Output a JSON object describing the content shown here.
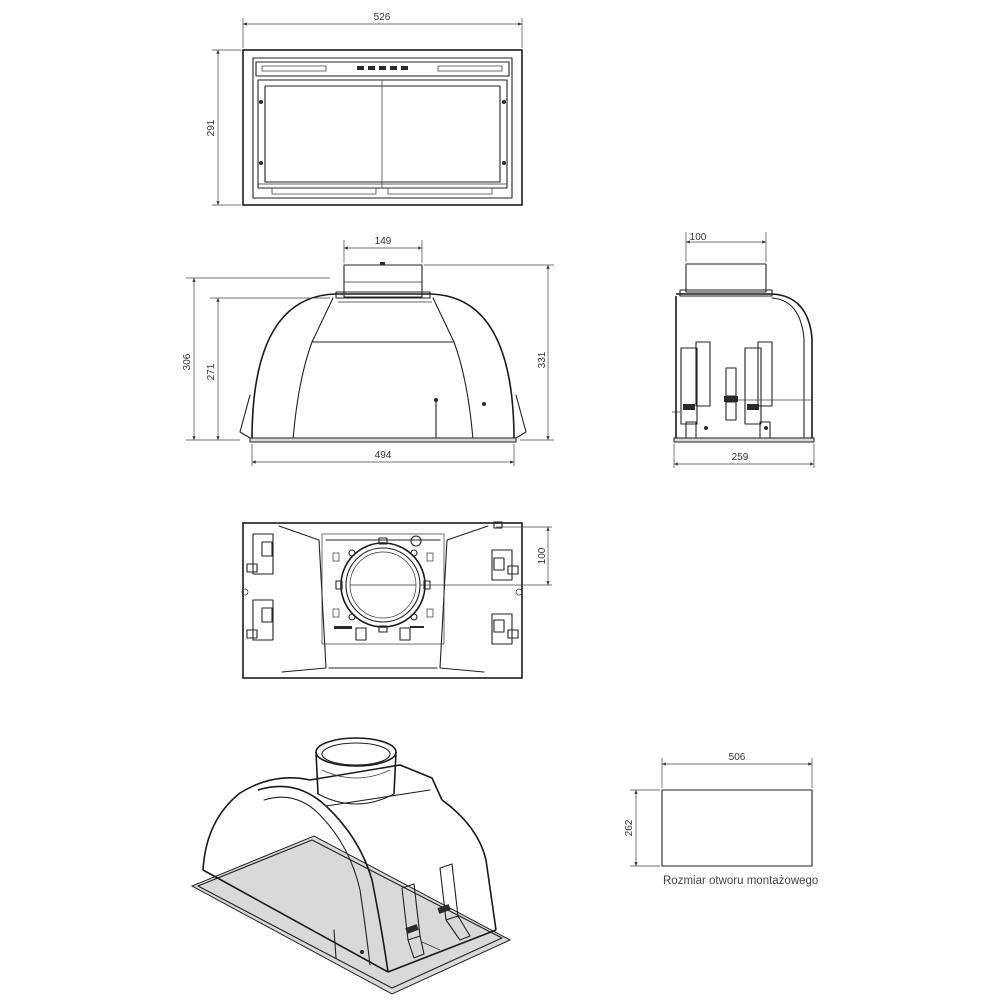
{
  "dimensions": {
    "front_width": "526",
    "front_height": "291",
    "outlet_diameter": "149",
    "body_height_outer": "306",
    "body_height_inner": "271",
    "total_height": "331",
    "base_width": "494",
    "side_outlet": "100",
    "side_depth": "259",
    "top_offset": "100",
    "cutout_width": "506",
    "cutout_height": "262"
  },
  "caption": "Rozmiar otworu montażowego"
}
